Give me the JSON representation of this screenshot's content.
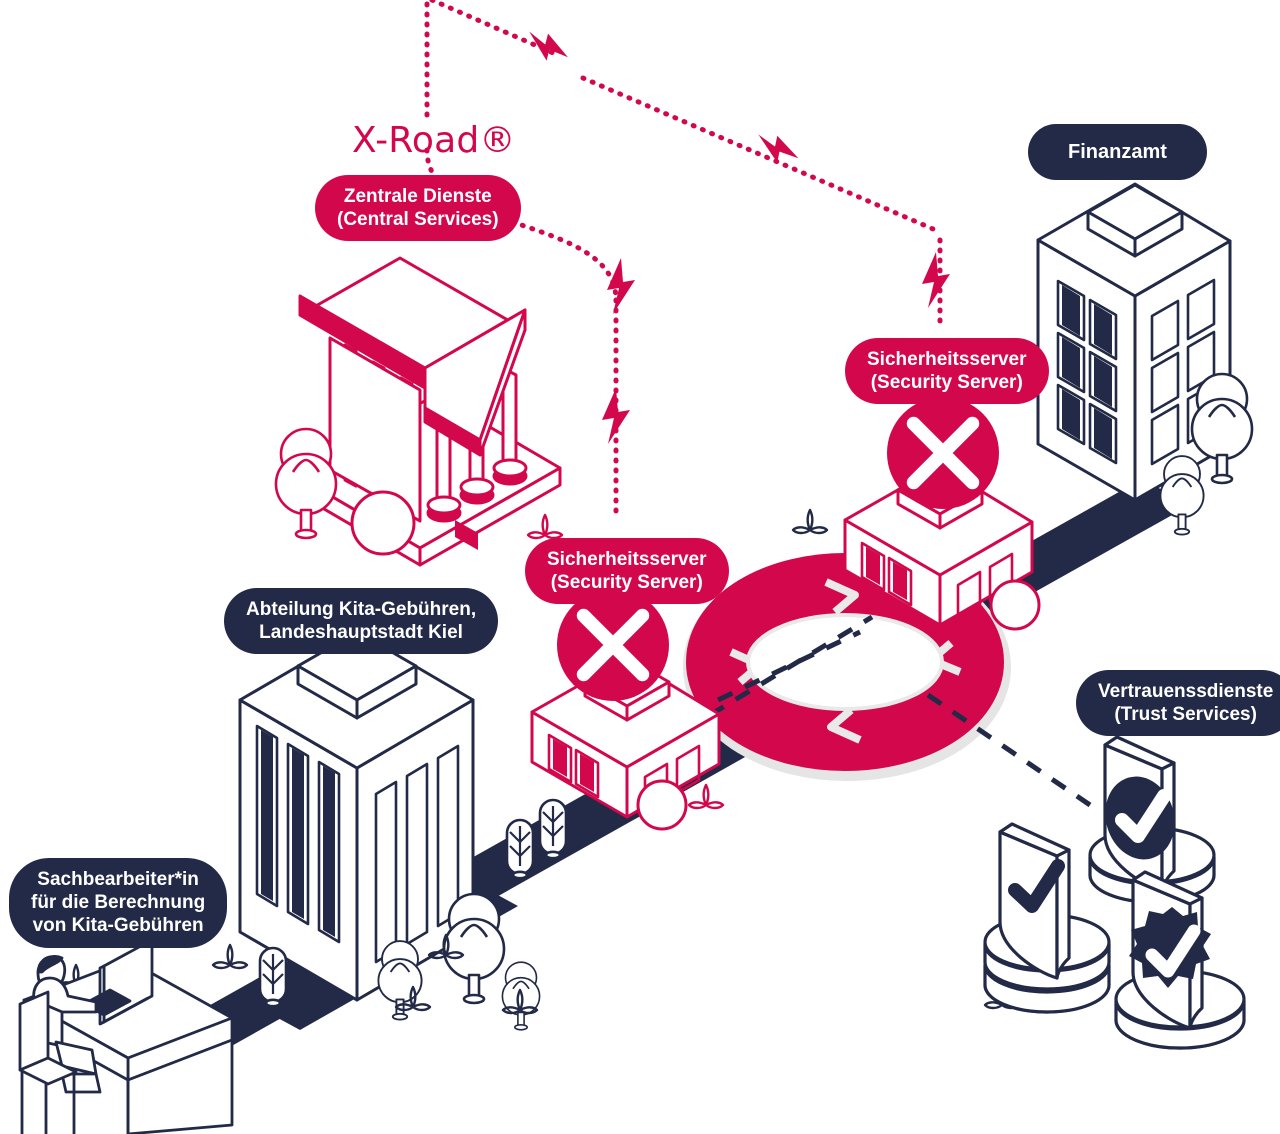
{
  "diagram": {
    "title": "X-Road data exchange architecture (Kiel / Finanzamt)",
    "background": "#ffffff",
    "colors": {
      "crimson": "#d3084c",
      "navy": "#222a47",
      "white": "#ffffff",
      "shadow_grey": "#e3e3e3"
    }
  },
  "wordmark": {
    "text": "X-Road®"
  },
  "labels": {
    "central_services": {
      "line1": "Zentrale Dienste",
      "line2": "(Central Services)",
      "color": "#d3084c"
    },
    "finanzamt": {
      "line1": "Finanzamt",
      "color": "#222a47"
    },
    "security_server_top": {
      "line1": "Sicherheitsserver",
      "line2": "(Security Server)",
      "color": "#d3084c"
    },
    "security_server_bottom": {
      "line1": "Sicherheitsserver",
      "line2": "(Security Server)",
      "color": "#d3084c"
    },
    "kiel_department": {
      "line1": "Abteilung Kita-Gebühren,",
      "line2": "Landeshauptstadt Kiel",
      "color": "#222a47"
    },
    "trust_services": {
      "line1": "Vertrauenssdienste",
      "line2": "(Trust Services)",
      "color": "#222a47"
    },
    "caseworker": {
      "line1": "Sachbearbeiter*in",
      "line2": "für die Berechnung",
      "line3": "von Kita-Gebühren",
      "color": "#222a47"
    }
  },
  "icons": {
    "xroad_logo": "x-road-logo-icon",
    "lightning": "lightning-bolt-icon",
    "shield_check": "shield-check-icon",
    "shield_badge": "shield-badge-check-icon"
  },
  "nodes": [
    {
      "id": "central-services-building",
      "kind": "classical-temple",
      "color": "#d3084c"
    },
    {
      "id": "finanzamt-tower",
      "kind": "office-tower",
      "color": "#222a47"
    },
    {
      "id": "kiel-tower",
      "kind": "office-tower",
      "color": "#222a47"
    },
    {
      "id": "security-server-top",
      "kind": "server-cube",
      "color": "#d3084c"
    },
    {
      "id": "security-server-bottom",
      "kind": "server-cube",
      "color": "#d3084c"
    },
    {
      "id": "trust-services-shields",
      "kind": "shield-trio",
      "color": "#222a47"
    },
    {
      "id": "caseworker-desk",
      "kind": "person-at-desk",
      "color": "#222a47"
    },
    {
      "id": "data-exchange-ring",
      "kind": "isometric-ring",
      "color": "#d3084c"
    }
  ],
  "connections": [
    {
      "id": "conn-central-to-secserver-top",
      "style": "dotted-with-lightning",
      "color": "#d3084c"
    },
    {
      "id": "conn-central-to-secserver-bottom",
      "style": "dotted-with-lightning",
      "color": "#d3084c"
    },
    {
      "id": "conn-vertical-dotted",
      "style": "dotted-with-lightning",
      "color": "#d3084c"
    },
    {
      "id": "conn-ring-to-trust",
      "style": "dashed",
      "color": "#222a47"
    },
    {
      "id": "conn-ring-crosshair",
      "style": "dashed",
      "color": "#222a47"
    }
  ]
}
